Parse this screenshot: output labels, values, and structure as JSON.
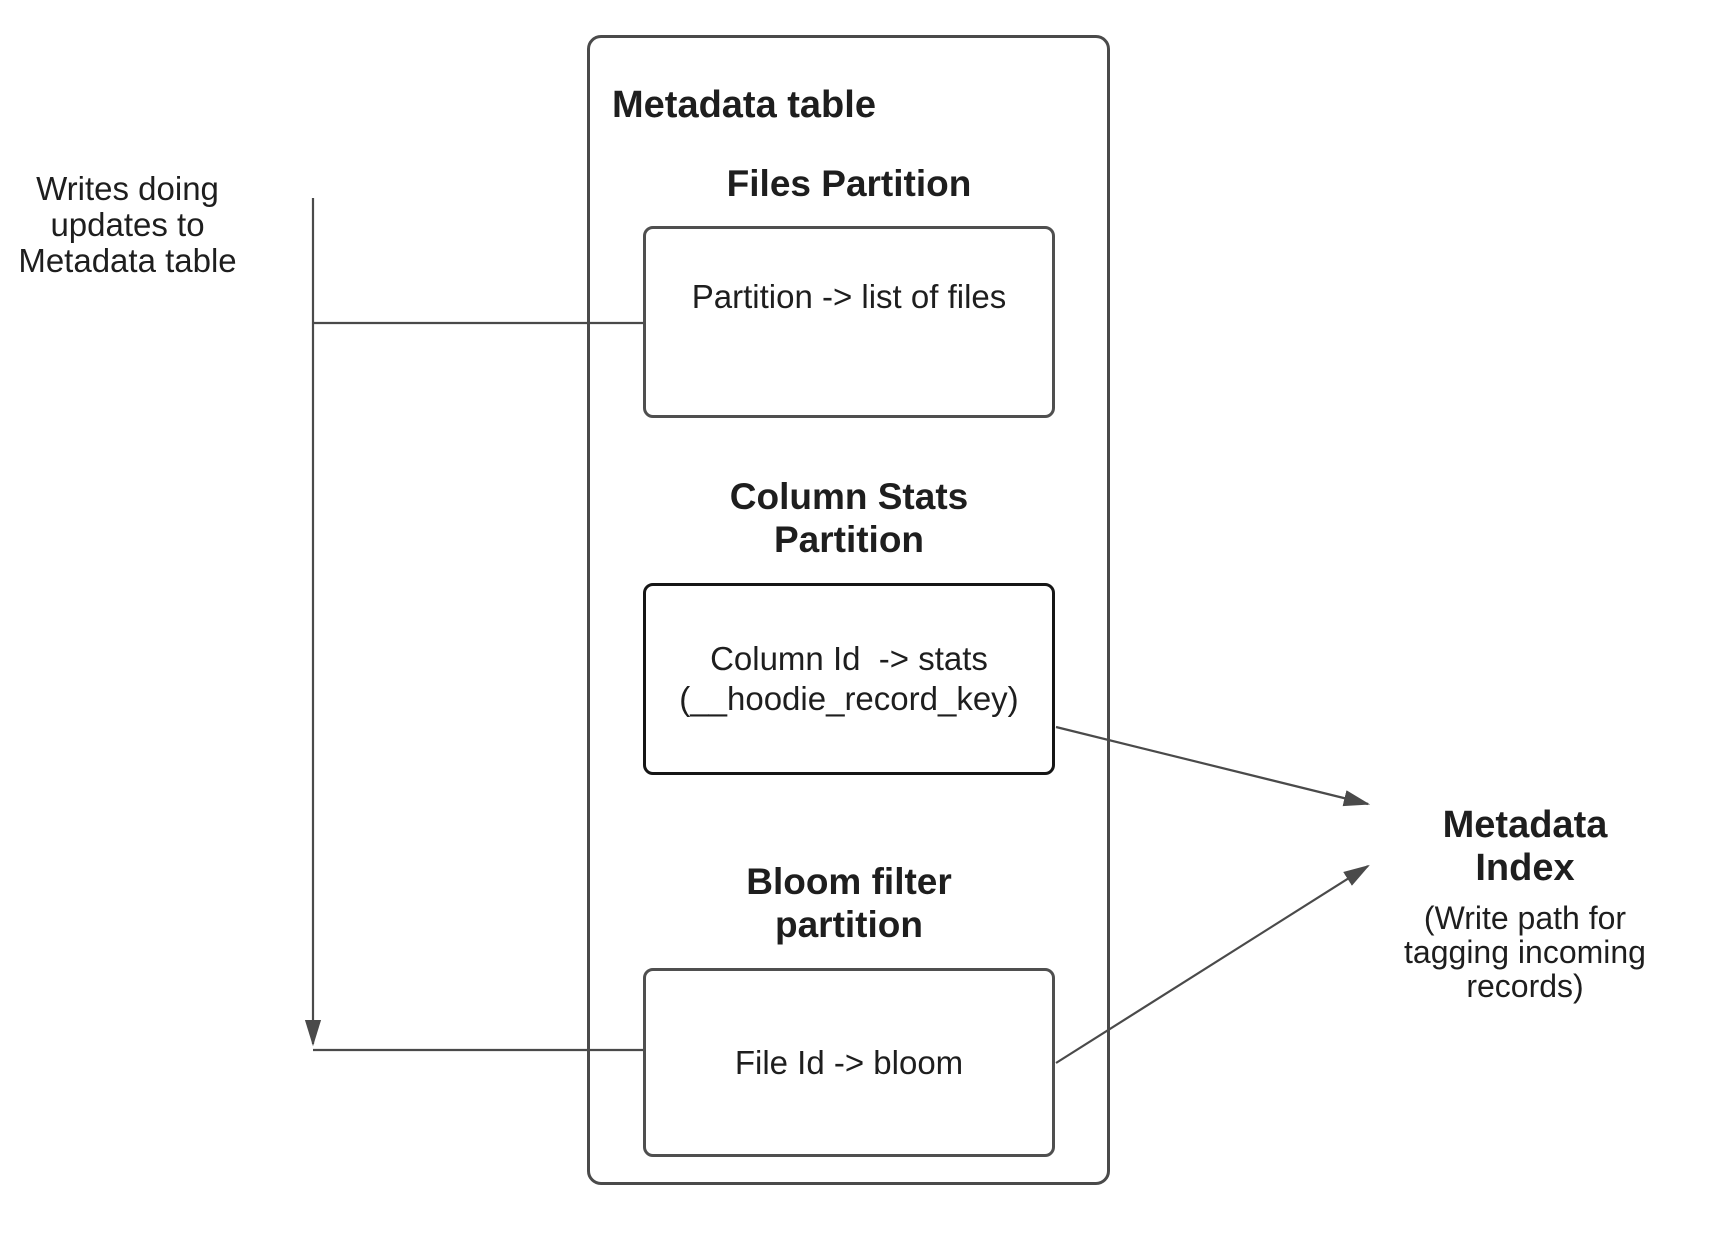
{
  "palette": {
    "background": "#ffffff",
    "line": "#4a4a4a",
    "text": "#1e1e1e",
    "column_box_border": "#161616"
  },
  "left_note": {
    "text": "Writes doing\nupdates to\nMetadata table"
  },
  "metadata_table": {
    "title": "Metadata table",
    "sections": [
      {
        "heading": "Files Partition",
        "body": "Partition -> list of files"
      },
      {
        "heading": "Column Stats\nPartition",
        "body": "Column Id  -> stats\n(__hoodie_record_key)"
      },
      {
        "heading": "Bloom filter\npartition",
        "body": "File Id -> bloom"
      }
    ]
  },
  "metadata_index": {
    "title": "Metadata Index",
    "subtitle": "(Write path for\ntagging incoming\nrecords)"
  }
}
